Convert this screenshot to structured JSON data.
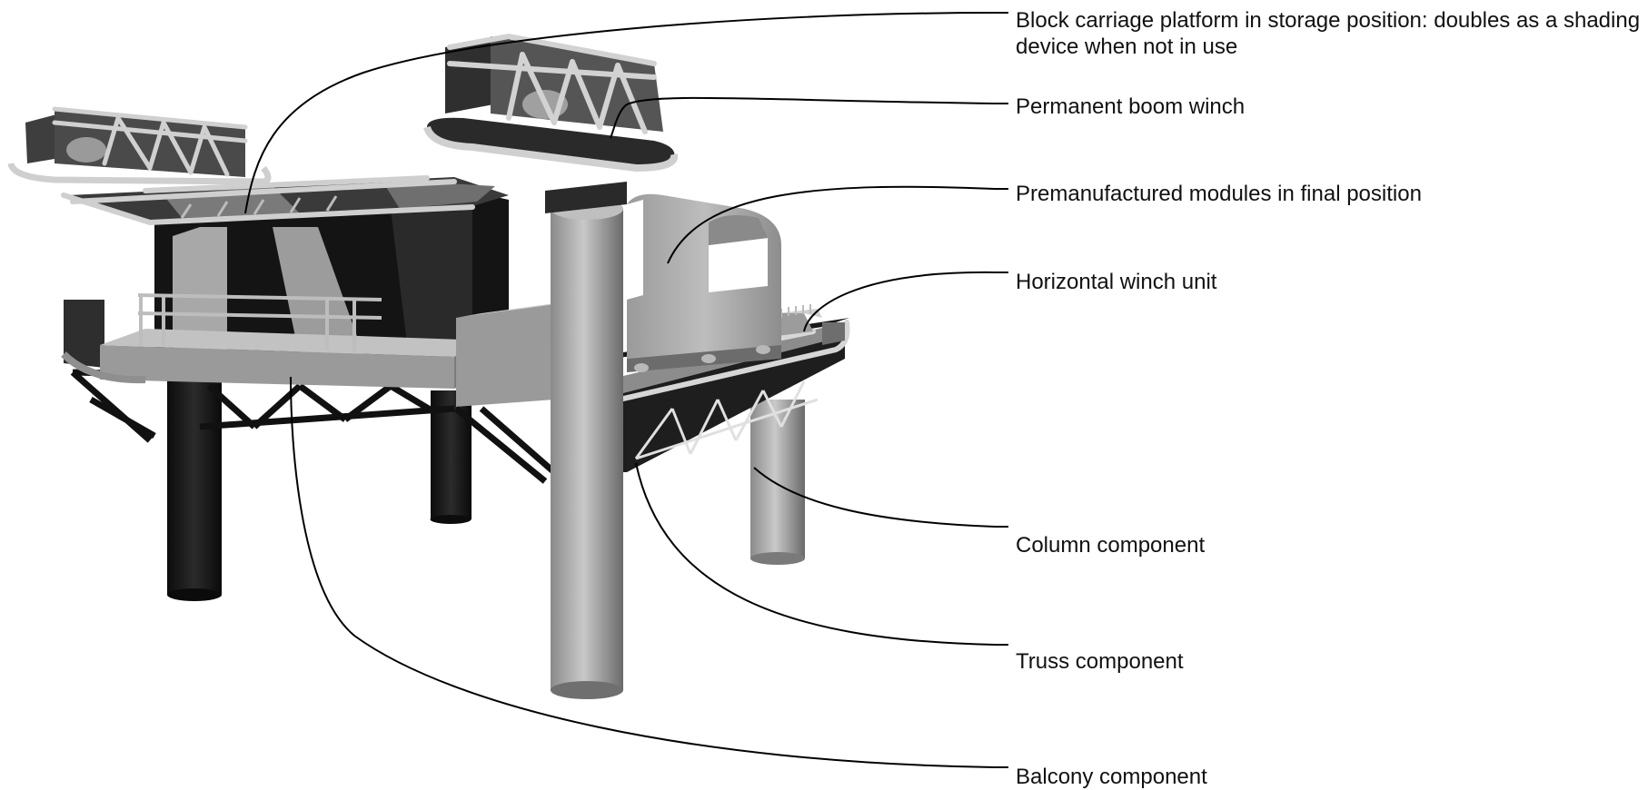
{
  "callouts": [
    {
      "name": "callout-block-carriage-platform",
      "text": "Block carriage platform in storage position: doubles as a shading device when not in use"
    },
    {
      "name": "callout-permanent-boom-winch",
      "text": "Permanent boom winch"
    },
    {
      "name": "callout-premanufactured-modules",
      "text": "Premanufactured modules in final position"
    },
    {
      "name": "callout-horizontal-winch-unit",
      "text": "Horizontal winch unit"
    },
    {
      "name": "callout-column-component",
      "text": "Column component"
    },
    {
      "name": "callout-truss-component",
      "text": "Truss component"
    },
    {
      "name": "callout-balcony-component",
      "text": "Balcony component"
    }
  ],
  "colors": {
    "line": "#000000",
    "dark": "#1a1a1a",
    "mid": "#7d7d7d",
    "light": "#c8c8c8",
    "text": "#111111"
  }
}
